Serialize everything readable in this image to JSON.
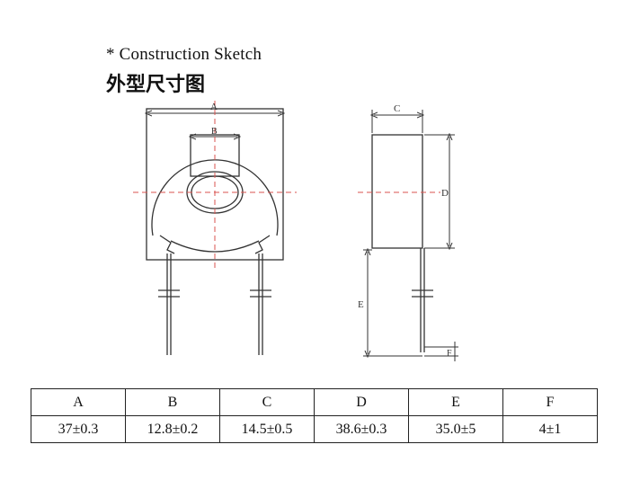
{
  "title": {
    "english": "* Construction Sketch",
    "chinese": "外型尺寸图"
  },
  "labels": {
    "A": "A",
    "B": "B",
    "C": "C",
    "D": "D",
    "E": "E",
    "F": "F"
  },
  "table": {
    "headers": [
      "A",
      "B",
      "C",
      "D",
      "E",
      "F"
    ],
    "values": [
      "37±0.3",
      "12.8±0.2",
      "14.5±0.5",
      "38.6±0.3",
      "35.0±5",
      "4±1"
    ]
  },
  "colors": {
    "line": "#333333",
    "centerline": "#d9534f"
  }
}
